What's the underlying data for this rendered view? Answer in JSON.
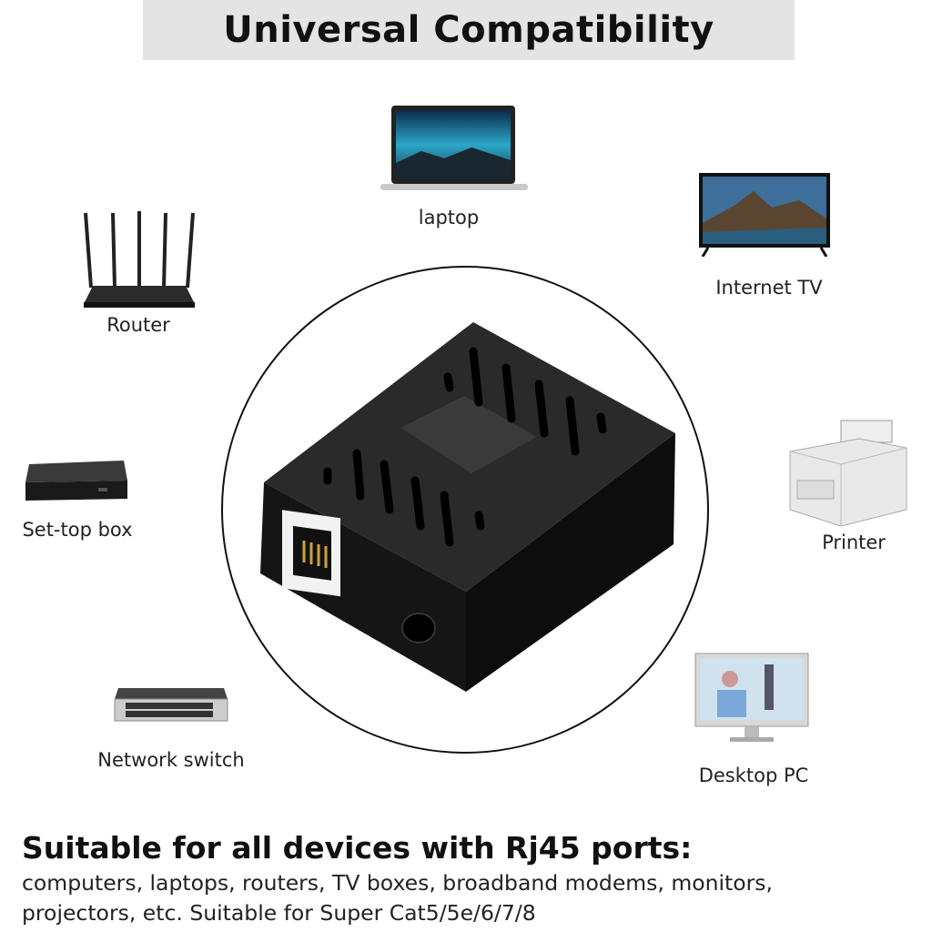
{
  "header": {
    "title": "Universal Compatibility"
  },
  "devices": [
    {
      "id": "laptop",
      "label": "laptop"
    },
    {
      "id": "internet-tv",
      "label": "Internet TV"
    },
    {
      "id": "router",
      "label": "Router"
    },
    {
      "id": "set-top-box",
      "label": "Set-top box"
    },
    {
      "id": "printer",
      "label": "Printer"
    },
    {
      "id": "network-switch",
      "label": "Network switch"
    },
    {
      "id": "desktop-pc",
      "label": "Desktop PC"
    }
  ],
  "footer": {
    "heading": "Suitable for all devices with Rj45 ports:",
    "line1": "computers, laptops, routers, TV boxes, broadband modems, monitors,",
    "line2": "projectors, etc. Suitable for Super Cat5/5e/6/7/8"
  }
}
